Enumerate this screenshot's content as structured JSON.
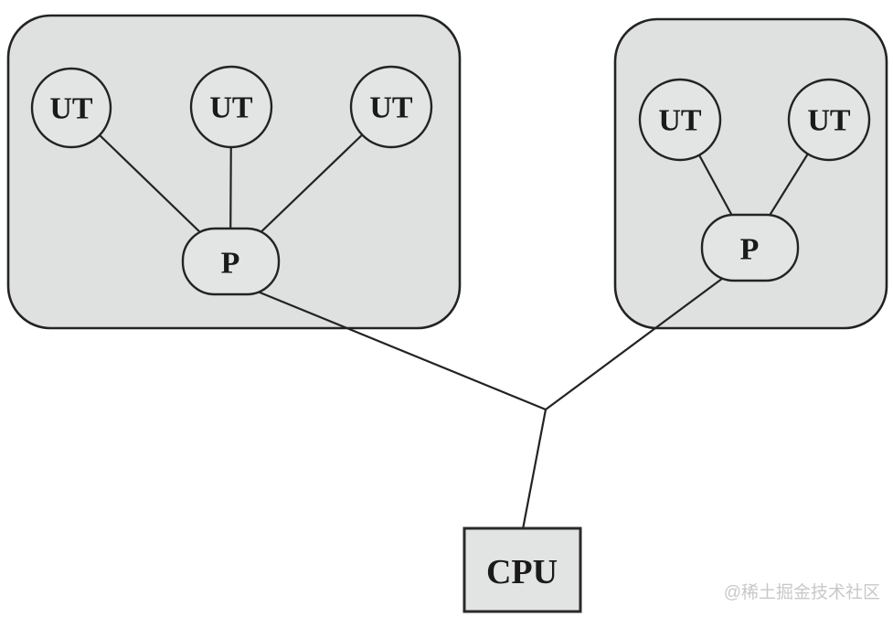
{
  "watermark": {
    "text": "@稀土掘金技术社区",
    "color": "#c8c8c8"
  },
  "colors": {
    "background": "#ffffff",
    "cluster_fill": "#dfe1e0",
    "node_fill": "#e3e5e4",
    "cpu_fill": "#e2e4e3",
    "stroke": "#232323",
    "label_text": "#1a1a1a"
  },
  "diagram": {
    "clusters": [
      {
        "id": "left",
        "user_threads": [
          {
            "label": "UT"
          },
          {
            "label": "UT"
          },
          {
            "label": "UT"
          }
        ],
        "process": {
          "label": "P"
        }
      },
      {
        "id": "right",
        "user_threads": [
          {
            "label": "UT"
          },
          {
            "label": "UT"
          }
        ],
        "process": {
          "label": "P"
        }
      }
    ],
    "cpu": {
      "label": "CPU"
    },
    "edges": [
      {
        "from": "left.user_thread.0",
        "to": "left.process"
      },
      {
        "from": "left.user_thread.1",
        "to": "left.process"
      },
      {
        "from": "left.user_thread.2",
        "to": "left.process"
      },
      {
        "from": "right.user_thread.0",
        "to": "right.process"
      },
      {
        "from": "right.user_thread.1",
        "to": "right.process"
      },
      {
        "from": "left.process",
        "to": "cpu"
      },
      {
        "from": "right.process",
        "to": "cpu"
      }
    ]
  }
}
